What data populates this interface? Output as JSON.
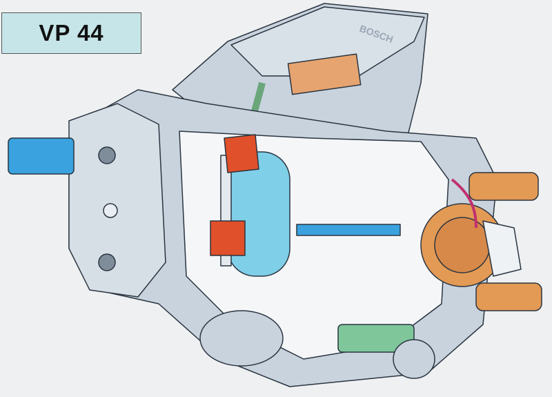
{
  "title": "VP 44",
  "illustration": {
    "subject": "pump-cutaway",
    "brand_mark": "BOSCH"
  },
  "colors": {
    "background": "#eef0f1",
    "title_box": "#c6e5e8",
    "housing": "#c9d3de",
    "housing_dark": "#9fb0c2",
    "shaft_blue": "#3aa2de",
    "fitting_orange": "#e39a55",
    "part_red": "#e0502a",
    "circuit_green": "#8cc79a"
  }
}
